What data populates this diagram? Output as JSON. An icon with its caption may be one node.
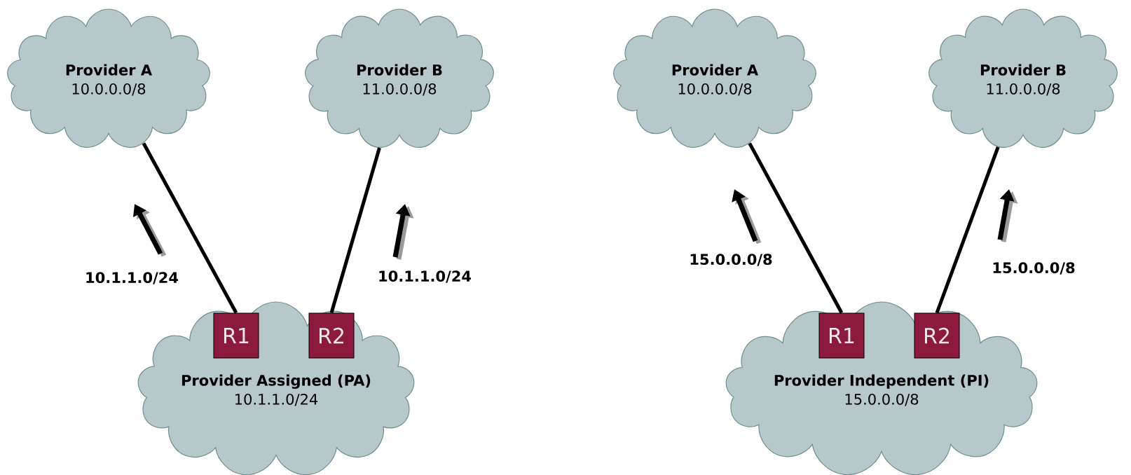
{
  "diagram": {
    "nodes": [
      {
        "text": [
          "Provider A",
          "10.0.0.0/8"
        ]
      },
      {
        "text": [
          "Provider B",
          "11.0.0.0/8"
        ]
      },
      {
        "text": [
          "Provider Assigned (PA)",
          "10.1.1.0/24"
        ]
      },
      {
        "text": [
          "R1"
        ],
        "in": 2
      },
      {
        "text": [
          "R2"
        ],
        "in": 2
      },
      {
        "text": [
          "Provider A",
          "10.0.0.0/8"
        ]
      },
      {
        "text": [
          "Provider B",
          "11.0.0.0/8"
        ]
      },
      {
        "text": [
          "Provider Independent (PI)",
          "15.0.0.0/8"
        ]
      },
      {
        "text": [
          "R1"
        ],
        "in": 7
      },
      {
        "text": [
          "R2"
        ],
        "in": 7
      }
    ],
    "edges": [
      {
        "from": 3,
        "to": 0,
        "arrow": "none"
      },
      {
        "from": 4,
        "to": 1,
        "arrow": "none"
      },
      {
        "from": 8,
        "to": 5,
        "arrow": "none"
      },
      {
        "from": 9,
        "to": 6,
        "arrow": "none"
      }
    ],
    "labels": [
      "10.1.1.0/24",
      "10.1.1.0/24",
      "15.0.0.0/8",
      "15.0.0.0/8"
    ]
  }
}
